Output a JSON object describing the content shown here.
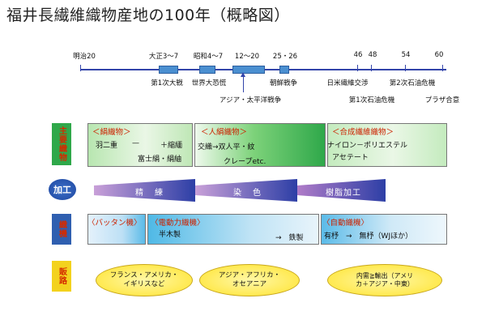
{
  "title": "福井長繊維織物産地の100年（概略図）",
  "timeline": {
    "ticks": [
      "明治20",
      "大正3〜7",
      "昭和4〜7",
      "12〜20",
      "25・26",
      "46",
      "48",
      "54",
      "60"
    ],
    "events": [
      "第1次大戦",
      "世界大恐慌",
      "アジア・太平洋戦争",
      "朝鮮戦争",
      "日米繊維交渉",
      "第1次石油危機",
      "第2次石油危機",
      "プラザ合意"
    ]
  },
  "rows": {
    "materials": {
      "side_label": "主要織物",
      "col1": {
        "header": "＜絹織物＞",
        "line1a": "羽二重",
        "line1b": "—",
        "line1c": "＋縮緬",
        "line2": "富士絹・絹紬"
      },
      "col2": {
        "header": "＜人絹織物＞",
        "line1": "交織→双人平・紋",
        "line2": "クレープetc."
      },
      "col3": {
        "header": "＜合成繊維織物＞",
        "line1": "ナイロン－ポリエステル",
        "line2": "アセテート"
      }
    },
    "processing": {
      "side_label": "加工",
      "labels": [
        "精　練",
        "染　色",
        "樹脂加工"
      ]
    },
    "machines": {
      "side_label": "織機",
      "col1": {
        "header": "〈バッタン機〉"
      },
      "col2": {
        "header": "〈電動力織機〉",
        "line1": "半木製",
        "line2": "→　鉄製"
      },
      "col3": {
        "header": "〈自動織機〉",
        "line1": "有杼　→　無杼（WJほか）"
      }
    },
    "markets": {
      "side_label": "販路",
      "labels": [
        "フランス・アメリカ・\nイギリスなど",
        "アジア・アフリカ・\nオセアニア",
        "内需≧輸出（アメリ\nカ＋アジア・中東）"
      ]
    }
  },
  "colors": {
    "timeline": "#3344aa",
    "header_red": "#cc2200",
    "green_side": "#2fa84a",
    "blue_side": "#2f5fb0",
    "yellow_side": "#f3d21e"
  }
}
